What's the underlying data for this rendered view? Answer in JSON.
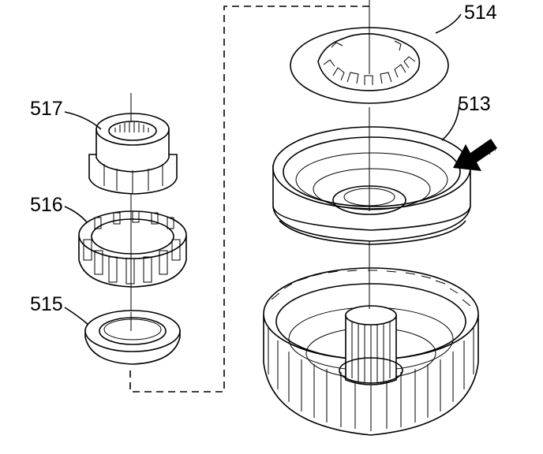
{
  "callouts": {
    "c514": "514",
    "c513": "513",
    "c517": "517",
    "c516": "516",
    "c515": "515"
  }
}
